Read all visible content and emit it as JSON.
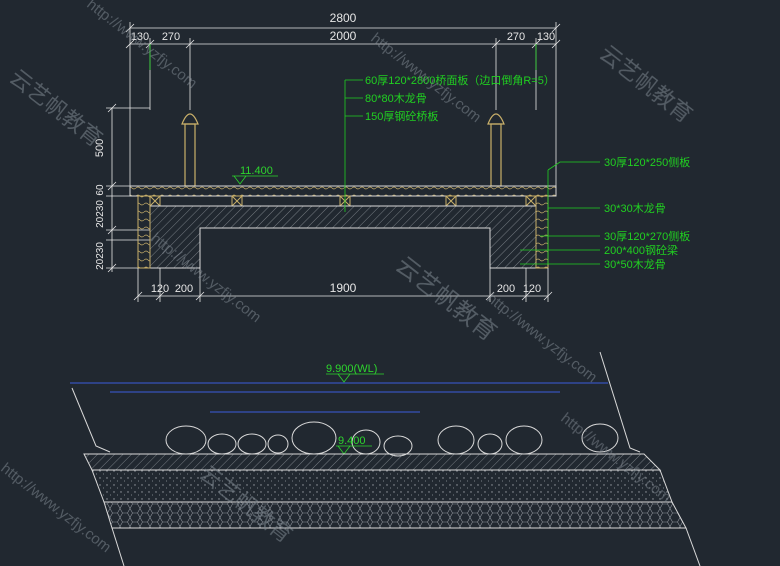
{
  "colors": {
    "background": "#212830",
    "dimension": "#e6e6e6",
    "leader": "#21d021",
    "elevation": "#2dd62d",
    "outline": "#d9d9d9",
    "wood": "#c9b06a",
    "water": "#3b5bdb",
    "watermark": "#7f8790"
  },
  "dimensions": {
    "top_total": "2800",
    "top_left_1": "130",
    "top_left_2": "270",
    "top_mid": "2000",
    "top_right_2": "270",
    "top_right_1": "130",
    "left_height": "500",
    "left_stack": "20230",
    "left_stack_b": "20230",
    "left_stack_c": "60",
    "bottom_left_1": "120",
    "bottom_left_2": "200",
    "bottom_mid": "1900",
    "bottom_right_2": "200",
    "bottom_right_1": "120"
  },
  "annotations": {
    "deck": "60厚120*2800桥面板（边口倒角R=5）",
    "keel": "80*80木龙骨",
    "slab": "150厚钢砼桥板",
    "side_plate_top": "30厚120*250侧板",
    "keel_small": "30*30木龙骨",
    "side_plate_bottom": "30厚120*270侧板",
    "beam": "200*400钢砼梁",
    "keel_bottom": "30*50木龙骨"
  },
  "elevations": {
    "deck": "11.400",
    "water_level": "9.900(WL)",
    "bed": "9.400"
  },
  "watermarks": {
    "brand": "云艺帆教育",
    "url": "http://www.yzfjy.com"
  }
}
